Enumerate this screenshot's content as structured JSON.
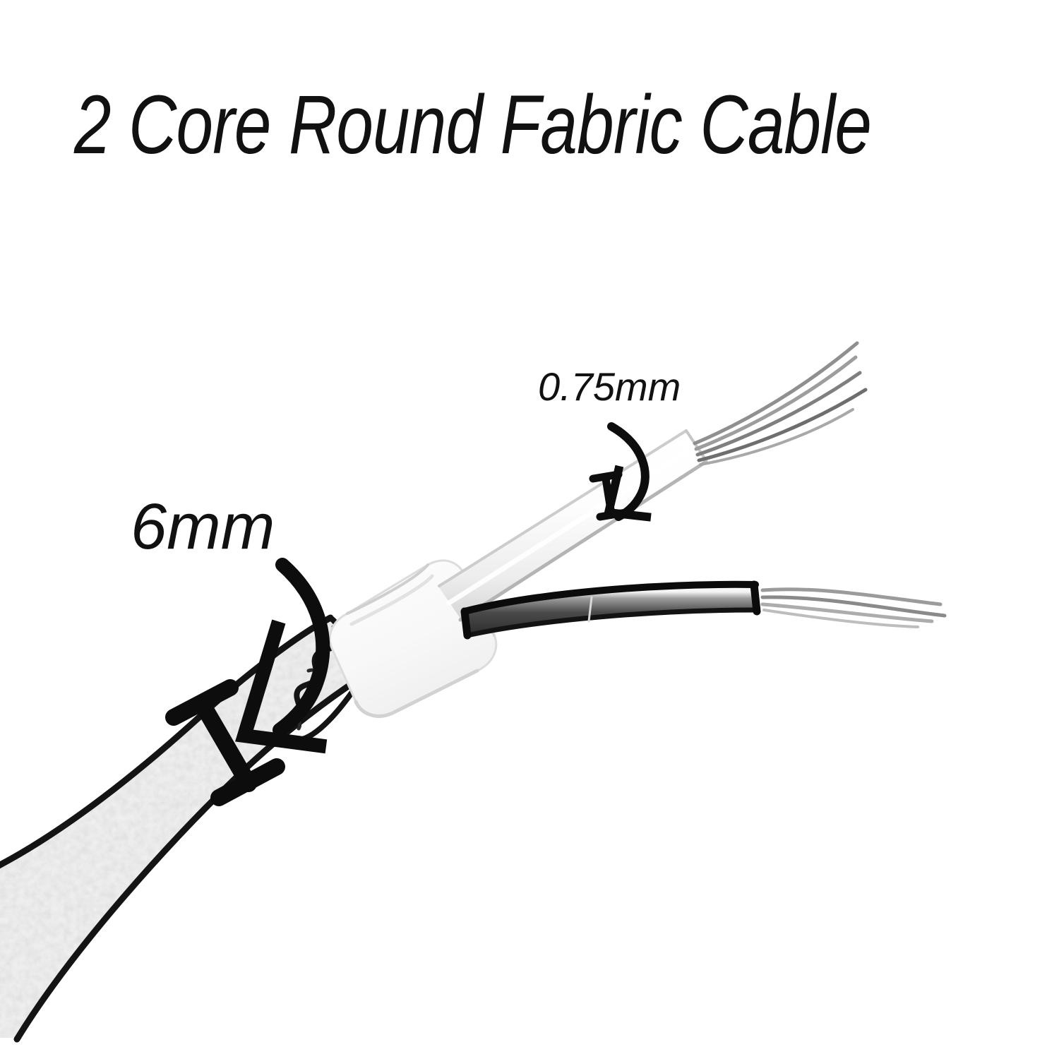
{
  "page": {
    "background_color": "#ffffff",
    "ink_color": "#111111"
  },
  "title": {
    "text": "2 Core Round Fabric Cable"
  },
  "diagram": {
    "name": "2-core-round-fabric-cable-cutaway",
    "annotations": [
      {
        "id": "outer-sheath-diameter",
        "label": "6mm",
        "measures": "outer braided fabric sheath diameter",
        "marker": "i-beam-dimension",
        "arrow": "curved-arrow-down-left"
      },
      {
        "id": "conductor-csa",
        "label": "0.75mm",
        "measures": "inner core conductor size",
        "marker": "i-beam-dimension",
        "arrow": "curved-arrow-down-left"
      }
    ],
    "parts": [
      {
        "id": "outer-braid",
        "name": "braided fabric outer sheath",
        "color": "#f2f2f2",
        "outline": "#141414"
      },
      {
        "id": "inner-sheath",
        "name": "white inner sheath / bedding",
        "color": "#f7f7f7",
        "outline": "#d8d8d8"
      },
      {
        "id": "core-white",
        "name": "white insulated core",
        "color": "#fbfbfb",
        "outline": "#bdbdbd"
      },
      {
        "id": "core-black",
        "name": "black insulated core",
        "color": "#3a3a3a",
        "outline": "#0b0b0b"
      },
      {
        "id": "strands-white-core",
        "name": "exposed copper strands of white core",
        "color": "#9a9a9a"
      },
      {
        "id": "strands-black-core",
        "name": "exposed copper strands of black core",
        "color": "#a5a5a5"
      }
    ]
  },
  "labels": {
    "six_mm": "6mm",
    "zero_seven_five_mm": "0.75mm"
  }
}
